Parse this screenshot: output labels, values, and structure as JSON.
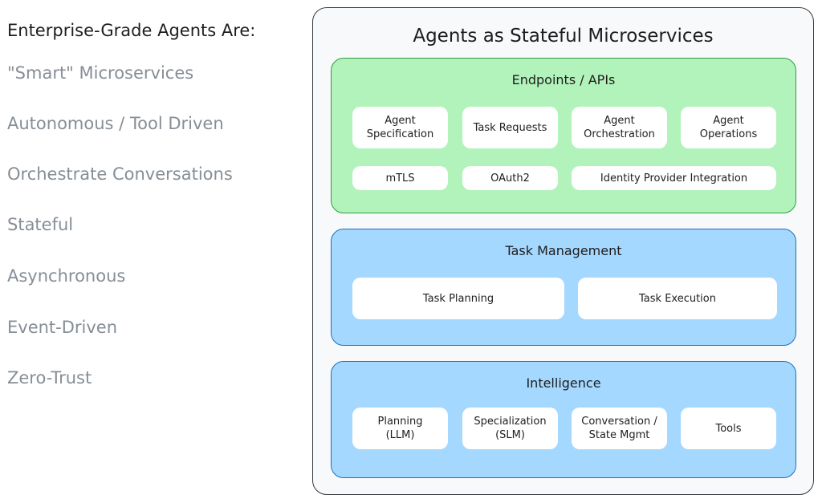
{
  "left_panel": {
    "heading": "Enterprise-Grade Agents Are:",
    "traits": [
      "\"Smart\" Microservices",
      "Autonomous / Tool Driven",
      "Orchestrate Conversations",
      "Stateful",
      "Asynchronous",
      "Event-Driven",
      "Zero-Trust"
    ]
  },
  "diagram": {
    "title": "Agents as Stateful Microservices",
    "endpoints": {
      "title": "Endpoints / APIs",
      "row1": [
        "Agent\nSpecification",
        "Task Requests",
        "Agent\nOrchestration",
        "Agent\nOperations"
      ],
      "row2": [
        "mTLS",
        "OAuth2",
        "Identity Provider Integration"
      ]
    },
    "task_management": {
      "title": "Task Management",
      "items": [
        "Task Planning",
        "Task Execution"
      ]
    },
    "intelligence": {
      "title": "Intelligence",
      "items": [
        "Planning\n(LLM)",
        "Specialization\n(SLM)",
        "Conversation /\nState Mgmt",
        "Tools"
      ]
    }
  },
  "colors": {
    "green_fill": "#b2f2bb",
    "green_stroke": "#2f9e44",
    "blue_fill": "#a5d8ff",
    "blue_stroke": "#1971c2",
    "muted_text": "#868e96"
  }
}
